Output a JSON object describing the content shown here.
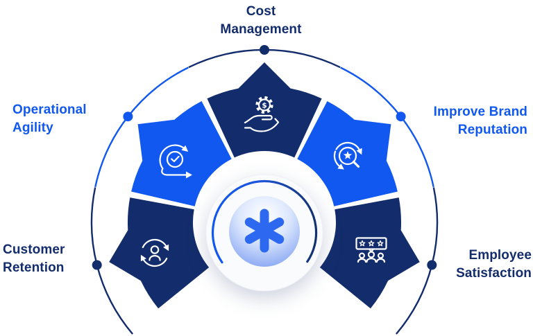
{
  "diagram": {
    "center": {
      "icon": "asterisk-icon"
    },
    "colors": {
      "navy": "#132D6C",
      "blue": "#1158F0"
    },
    "segments": [
      {
        "id": "cost-management",
        "label_lines": [
          "Cost",
          "Management"
        ],
        "color": "navy",
        "icon": "dollar-gear-hand-icon",
        "position": "top"
      },
      {
        "id": "operational-agility",
        "label_lines": [
          "Operational",
          "Agility"
        ],
        "color": "blue",
        "icon": "agile-sprint-icon",
        "position": "upper-left"
      },
      {
        "id": "improve-brand-reputation",
        "label_lines": [
          "Improve Brand",
          "Reputation"
        ],
        "color": "blue",
        "icon": "star-search-refresh-icon",
        "position": "upper-right"
      },
      {
        "id": "customer-retention",
        "label_lines": [
          "Customer",
          "Retention"
        ],
        "color": "navy",
        "icon": "person-cycle-icon",
        "position": "lower-left"
      },
      {
        "id": "employee-satisfaction",
        "label_lines": [
          "Employee",
          "Satisfaction"
        ],
        "color": "navy",
        "icon": "team-rating-icon",
        "position": "lower-right"
      }
    ]
  }
}
